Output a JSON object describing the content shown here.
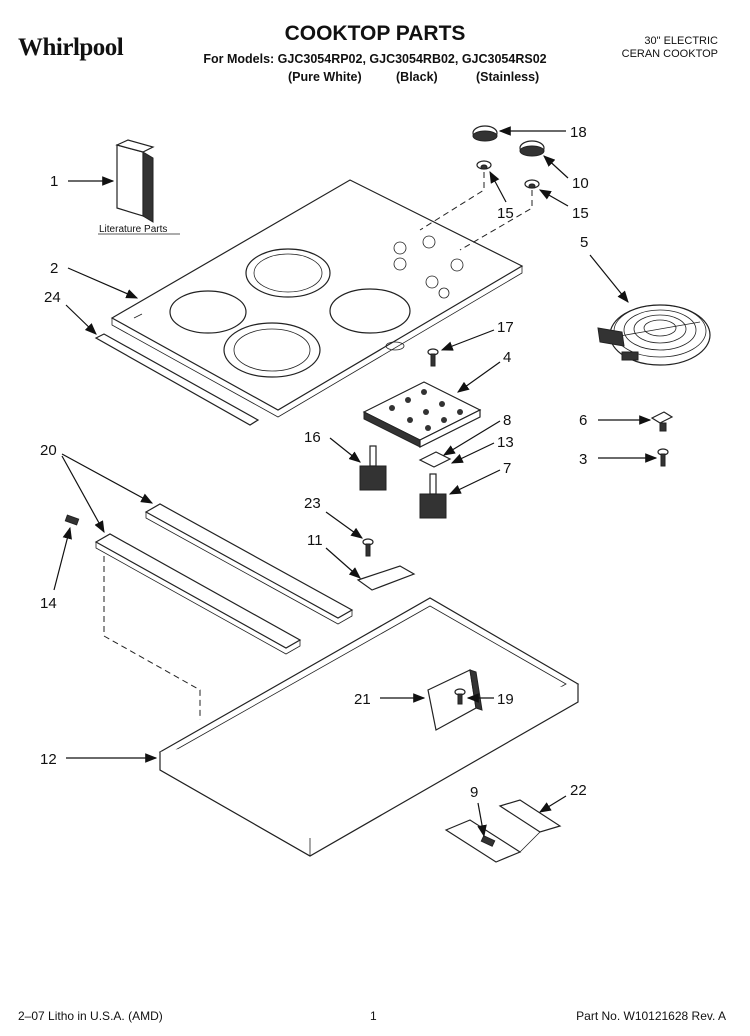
{
  "header": {
    "brand": "Whirlpool",
    "title": "COOKTOP PARTS",
    "models_line": "For Models: GJC3054RP02, GJC3054RB02, GJC3054RS02",
    "finishes": [
      "(Pure White)",
      "(Black)",
      "(Stainless)"
    ],
    "description_line1": "30\" ELECTRIC",
    "description_line2": "CERAN COOKTOP"
  },
  "diagram": {
    "literature_label": "Literature Parts",
    "callouts": [
      "1",
      "2",
      "24",
      "18",
      "10",
      "15",
      "15",
      "5",
      "17",
      "4",
      "8",
      "13",
      "7",
      "16",
      "6",
      "3",
      "20",
      "23",
      "11",
      "14",
      "21",
      "19",
      "12",
      "9",
      "22"
    ]
  },
  "footer": {
    "left": "2–07 Litho in U.S.A. (AMD)",
    "center": "1",
    "right": "Part No. W10121628 Rev. A"
  }
}
